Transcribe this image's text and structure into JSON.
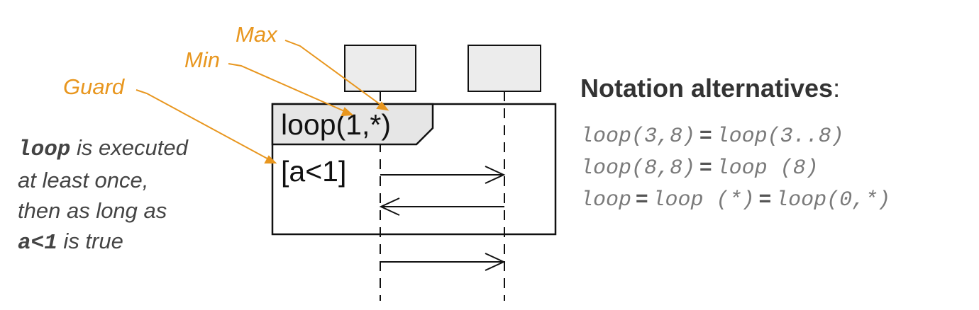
{
  "annotations": {
    "max": "Max",
    "min": "Min",
    "guard": "Guard"
  },
  "fragment": {
    "operator": "loop(1,*)",
    "guard": "[a<1]"
  },
  "description": {
    "line1_code": "loop",
    "line1_text": " is executed",
    "line2": "at least once,",
    "line3": "then as long as",
    "line4_code": "a<1",
    "line4_text": " is true"
  },
  "notation": {
    "title": "Notation alternatives",
    "colon": ":",
    "equals": "=",
    "lines": [
      [
        "loop(3,8)",
        "loop(3..8)"
      ],
      [
        "loop(8,8)",
        "loop (8)"
      ],
      [
        "loop",
        "loop (*)",
        "loop(0,*)"
      ]
    ]
  },
  "colors": {
    "annotation": "#E8961E",
    "lifeline_head_fill": "#ECECEC",
    "tag_fill": "#E6E6E6",
    "stroke": "#111111"
  }
}
